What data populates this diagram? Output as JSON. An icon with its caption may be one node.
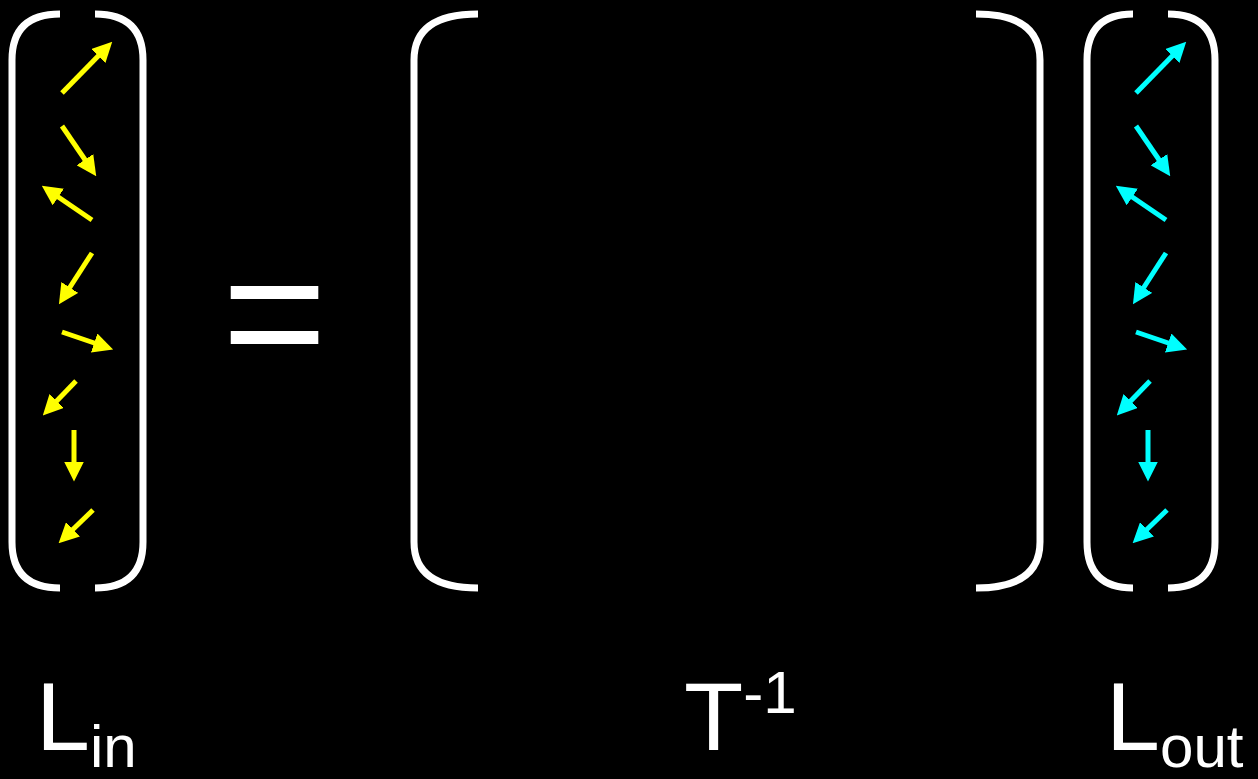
{
  "diagram": {
    "labels": [
      "L$_{in}$",
      "=",
      "T$^{-1}$",
      "L$_{out}$"
    ]
  }
}
